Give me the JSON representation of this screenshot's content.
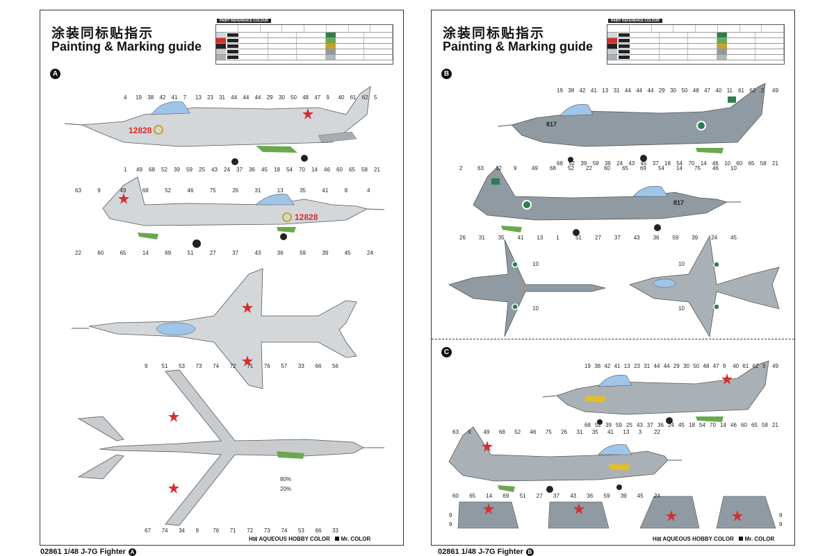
{
  "left": {
    "title_cn": "涂装同标贴指示",
    "title_en": "Painting & Marking guide",
    "ref_caption": "PAINT REFERENCE COLOUR",
    "scheme": "A",
    "serial": "12828",
    "footer_code": "02861 1/48  J-7G Fighter",
    "footer_badge": "A",
    "legend_hb": "H⊠ AQUEOUS HOBBY COLOR",
    "legend_mr": "Mr. COLOR"
  },
  "right": {
    "title_cn": "涂装同标贴指示",
    "title_en": "Painting & Marking guide",
    "ref_caption": "PAINT REFERENCE COLOUR",
    "scheme_b": "B",
    "scheme_c": "C",
    "serial": "817",
    "footer_code": "02861 1/48  J-7G Fighter",
    "footer_badge": "B",
    "legend_hb": "H⊠ AQUEOUS HOBBY COLOR",
    "legend_mr": "Mr. COLOR"
  },
  "colors": {
    "aircraft_silver": "#d4d7da",
    "aircraft_grey": "#aab1b6",
    "camo_grey": "#8f9aa3",
    "china_red": "#d32f2f",
    "star_yellow": "#f2c200",
    "pak_green": "#2e7d4f",
    "nose_green": "#6aa84f",
    "canopy_blue": "#9fc5e8"
  },
  "callouts_a_top": [
    "4",
    "19",
    "38",
    "42",
    "41",
    "7",
    "13",
    "23",
    "31",
    "44",
    "44",
    "44",
    "29",
    "30",
    "50",
    "48",
    "47",
    "9",
    "40",
    "61",
    "62",
    "5",
    "1",
    "49",
    "68",
    "52",
    "39",
    "59",
    "25",
    "43",
    "24",
    "37",
    "36",
    "45",
    "18",
    "54",
    "70",
    "14",
    "46",
    "60",
    "65",
    "58",
    "21"
  ],
  "callouts_a_mid": [
    "63",
    "9",
    "49",
    "68",
    "52",
    "46",
    "75",
    "26",
    "31",
    "13",
    "35",
    "41",
    "8",
    "4",
    "22",
    "60",
    "65",
    "14",
    "69",
    "51",
    "27",
    "37",
    "43",
    "36",
    "59",
    "39",
    "45",
    "24"
  ],
  "callouts_a_plan": [
    "9",
    "51",
    "53",
    "73",
    "74",
    "72",
    "71",
    "76",
    "57",
    "33",
    "66",
    "56",
    "67",
    "74",
    "34",
    "9",
    "76",
    "71",
    "72",
    "73",
    "74",
    "53",
    "66",
    "33"
  ],
  "callouts_b_top": [
    "19",
    "38",
    "42",
    "41",
    "13",
    "31",
    "44",
    "44",
    "44",
    "29",
    "30",
    "50",
    "48",
    "47",
    "40",
    "11",
    "61",
    "62",
    "2",
    "49",
    "68",
    "52",
    "39",
    "59",
    "36",
    "24",
    "43",
    "45",
    "37",
    "18",
    "54",
    "70",
    "14",
    "46",
    "10",
    "60",
    "65",
    "58",
    "21"
  ],
  "callouts_b_mid": [
    "2",
    "63",
    "12",
    "9",
    "49",
    "68",
    "52",
    "22",
    "60",
    "65",
    "69",
    "54",
    "14",
    "75",
    "46",
    "10",
    "26",
    "31",
    "35",
    "41",
    "13",
    "1",
    "51",
    "27",
    "37",
    "43",
    "36",
    "59",
    "39",
    "24",
    "45"
  ],
  "callouts_b_plan": [
    "10",
    "10",
    "10",
    "10"
  ],
  "callouts_c_top": [
    "19",
    "38",
    "42",
    "41",
    "13",
    "23",
    "31",
    "44",
    "44",
    "29",
    "30",
    "50",
    "48",
    "47",
    "9",
    "40",
    "61",
    "62",
    "3",
    "49",
    "68",
    "52",
    "39",
    "59",
    "25",
    "43",
    "37",
    "36",
    "24",
    "45",
    "18",
    "54",
    "70",
    "14",
    "46",
    "60",
    "65",
    "58",
    "21"
  ],
  "callouts_c_mid": [
    "63",
    "9",
    "49",
    "68",
    "52",
    "46",
    "75",
    "26",
    "31",
    "35",
    "41",
    "13",
    "3",
    "22",
    "60",
    "65",
    "14",
    "69",
    "51",
    "27",
    "37",
    "43",
    "36",
    "59",
    "39",
    "45",
    "24"
  ],
  "callouts_c_tails": [
    "9",
    "9",
    "9",
    "9"
  ],
  "annotation_pct": [
    "80%",
    "20%"
  ]
}
